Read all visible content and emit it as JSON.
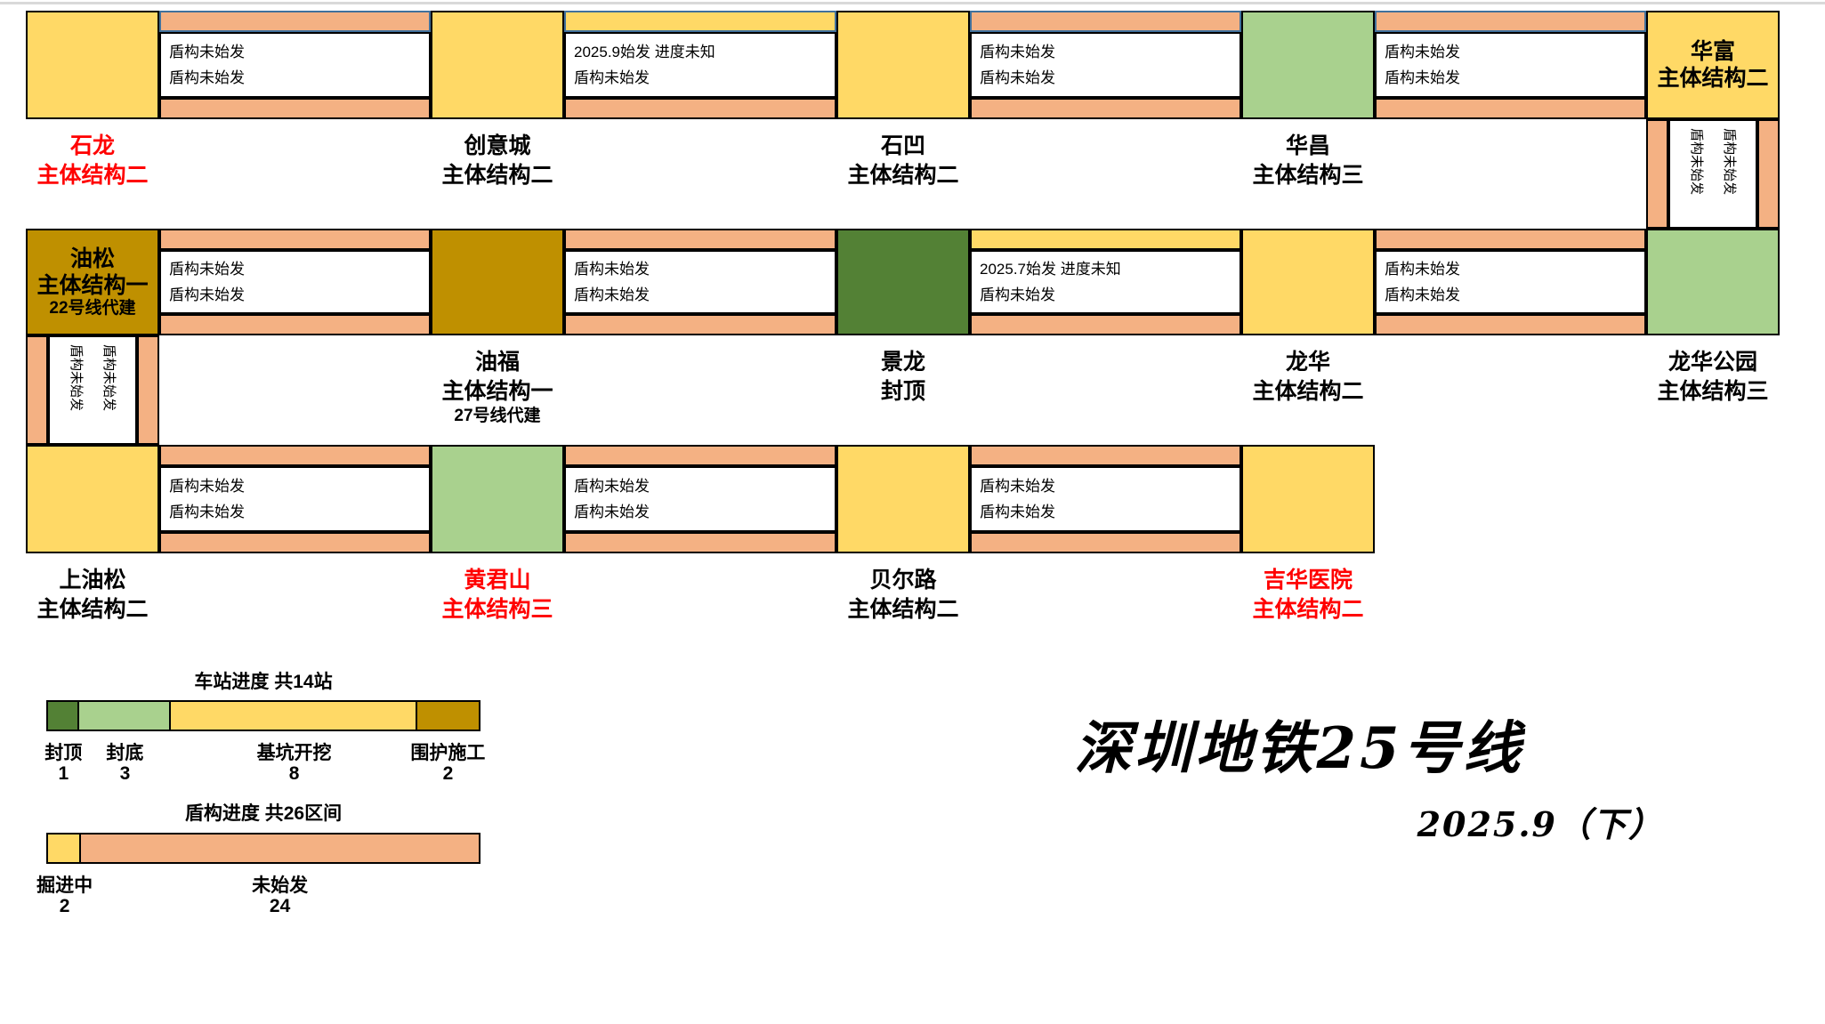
{
  "page": {
    "background": "#FFFFFF",
    "top_rule_color": "#D9D9D9"
  },
  "title": {
    "text": "深圳地铁25号线",
    "date": "2025.9（下）"
  },
  "colors": {
    "topped": "#538135",
    "bottom_sealed": "#A9D18E",
    "excavation": "#FFD966",
    "enclosure": "#BF9000",
    "digging": "#FFD966",
    "not_started": "#F4B183",
    "red_label": "#FF0000",
    "black_label": "#000000",
    "blue_border": "#41719C",
    "black_border": "#000000"
  },
  "stations": [
    {
      "id": "shilong",
      "row": 0,
      "col": 0,
      "status": "excavation",
      "label_pos": "below",
      "label_color": "red",
      "lines": [
        "石龙",
        "主体结构二"
      ]
    },
    {
      "id": "chuangyicheng",
      "row": 0,
      "col": 1,
      "status": "excavation",
      "label_pos": "below",
      "label_color": "black",
      "lines": [
        "创意城",
        "主体结构二"
      ]
    },
    {
      "id": "shiao",
      "row": 0,
      "col": 2,
      "status": "excavation",
      "label_pos": "below",
      "label_color": "black",
      "lines": [
        "石凹",
        "主体结构二"
      ]
    },
    {
      "id": "huachang",
      "row": 0,
      "col": 3,
      "status": "bottom_sealed",
      "label_pos": "below",
      "label_color": "black",
      "lines": [
        "华昌",
        "主体结构三"
      ]
    },
    {
      "id": "huafu",
      "row": 0,
      "col": 4,
      "status": "excavation",
      "label_pos": "inside",
      "label_color": "black",
      "lines": [
        "华富",
        "主体结构二"
      ]
    },
    {
      "id": "yousong",
      "row": 1,
      "col": 0,
      "status": "enclosure",
      "label_pos": "inside",
      "label_color": "black",
      "lines": [
        "油松",
        "主体结构一",
        "22号线代建"
      ]
    },
    {
      "id": "youfu",
      "row": 1,
      "col": 1,
      "status": "enclosure",
      "label_pos": "below",
      "label_color": "black",
      "lines": [
        "油福",
        "主体结构一",
        "27号线代建"
      ]
    },
    {
      "id": "jinglong",
      "row": 1,
      "col": 2,
      "status": "topped",
      "label_pos": "below",
      "label_color": "black",
      "lines": [
        "景龙",
        "封顶"
      ]
    },
    {
      "id": "longhua",
      "row": 1,
      "col": 3,
      "status": "excavation",
      "label_pos": "below",
      "label_color": "black",
      "lines": [
        "龙华",
        "主体结构二"
      ]
    },
    {
      "id": "longhuagongyuan",
      "row": 1,
      "col": 4,
      "status": "bottom_sealed",
      "label_pos": "below",
      "label_color": "black",
      "lines": [
        "龙华公园",
        "主体结构三"
      ]
    },
    {
      "id": "shangyousong",
      "row": 2,
      "col": 0,
      "status": "excavation",
      "label_pos": "below",
      "label_color": "black",
      "lines": [
        "上油松",
        "主体结构二"
      ]
    },
    {
      "id": "huangjunshan",
      "row": 2,
      "col": 1,
      "status": "bottom_sealed",
      "label_pos": "below",
      "label_color": "red",
      "lines": [
        "黄君山",
        "主体结构三"
      ]
    },
    {
      "id": "beierlu",
      "row": 2,
      "col": 2,
      "status": "excavation",
      "label_pos": "below",
      "label_color": "black",
      "lines": [
        "贝尔路",
        "主体结构二"
      ]
    },
    {
      "id": "jihuayiyuan",
      "row": 2,
      "col": 3,
      "status": "excavation",
      "label_pos": "below",
      "label_color": "red",
      "lines": [
        "吉华医院",
        "主体结构二"
      ]
    }
  ],
  "tunnel_segments": [
    {
      "row": 0,
      "after_col": 0,
      "top_state": "not_started",
      "top_border": "blue",
      "texts": [
        "盾构未始发",
        "盾构未始发"
      ],
      "bottom_state": "not_started"
    },
    {
      "row": 0,
      "after_col": 1,
      "top_state": "digging",
      "top_border": "blue",
      "texts": [
        "2025.9始发 进度未知",
        "盾构未始发"
      ],
      "bottom_state": "not_started"
    },
    {
      "row": 0,
      "after_col": 2,
      "top_state": "not_started",
      "top_border": "blue",
      "texts": [
        "盾构未始发",
        "盾构未始发"
      ],
      "bottom_state": "not_started"
    },
    {
      "row": 0,
      "after_col": 3,
      "top_state": "not_started",
      "top_border": "blue",
      "texts": [
        "盾构未始发",
        "盾构未始发"
      ],
      "bottom_state": "not_started"
    },
    {
      "row": 1,
      "after_col": 0,
      "top_state": "not_started",
      "top_border": "black",
      "texts": [
        "盾构未始发",
        "盾构未始发"
      ],
      "bottom_state": "not_started"
    },
    {
      "row": 1,
      "after_col": 1,
      "top_state": "not_started",
      "top_border": "black",
      "texts": [
        "盾构未始发",
        "盾构未始发"
      ],
      "bottom_state": "not_started"
    },
    {
      "row": 1,
      "after_col": 2,
      "top_state": "digging",
      "top_border": "black",
      "texts": [
        "2025.7始发 进度未知",
        "盾构未始发"
      ],
      "bottom_state": "not_started"
    },
    {
      "row": 1,
      "after_col": 3,
      "top_state": "not_started",
      "top_border": "black",
      "texts": [
        "盾构未始发",
        "盾构未始发"
      ],
      "bottom_state": "not_started"
    },
    {
      "row": 2,
      "after_col": 0,
      "top_state": "not_started",
      "top_border": "black",
      "texts": [
        "盾构未始发",
        "盾构未始发"
      ],
      "bottom_state": "not_started"
    },
    {
      "row": 2,
      "after_col": 1,
      "top_state": "not_started",
      "top_border": "black",
      "texts": [
        "盾构未始发",
        "盾构未始发"
      ],
      "bottom_state": "not_started"
    },
    {
      "row": 2,
      "after_col": 2,
      "top_state": "not_started",
      "top_border": "black",
      "texts": [
        "盾构未始发",
        "盾构未始发"
      ],
      "bottom_state": "not_started"
    }
  ],
  "vertical_connectors": [
    {
      "id": "huafu-longhuagongyuan",
      "col": 4,
      "top_row": 0,
      "texts": [
        "盾构未始发",
        "盾构未始发"
      ]
    },
    {
      "id": "yousong-shangyousong",
      "col": 0,
      "top_row": 1,
      "texts": [
        "盾构未始发",
        "盾构未始发"
      ]
    }
  ],
  "legend": [
    {
      "title": "车站进度 共14站",
      "total": 14,
      "items": [
        {
          "label": "封顶",
          "count": "1",
          "state": "topped"
        },
        {
          "label": "封底",
          "count": "3",
          "state": "bottom_sealed"
        },
        {
          "label": "基坑开挖",
          "count": "8",
          "state": "excavation"
        },
        {
          "label": "围护施工",
          "count": "2",
          "state": "enclosure"
        }
      ]
    },
    {
      "title": "盾构进度 共26区间",
      "total": 26,
      "items": [
        {
          "label": "掘进中",
          "count": "2",
          "state": "digging"
        },
        {
          "label": "未始发",
          "count": "24",
          "state": "not_started"
        }
      ]
    }
  ]
}
